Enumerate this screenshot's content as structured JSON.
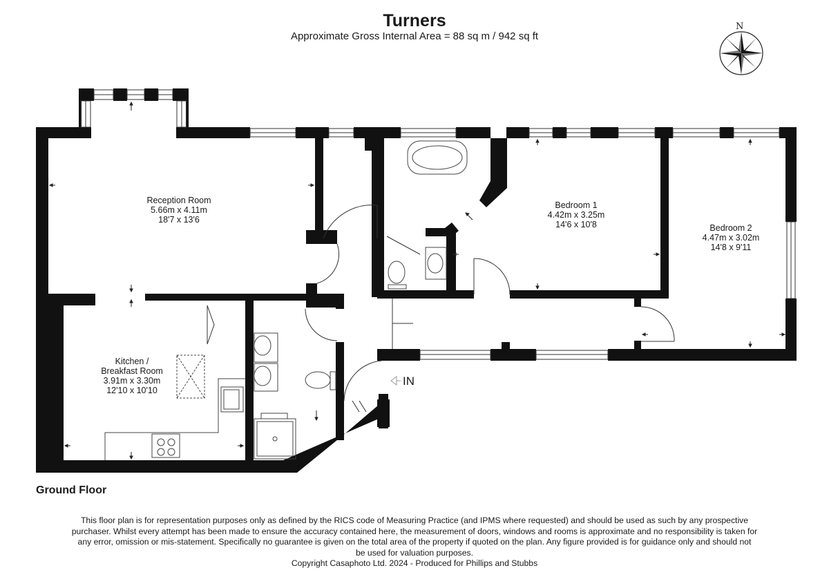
{
  "header": {
    "title": "Turners",
    "subtitle": "Approximate Gross Internal Area = 88 sq m / 942 sq ft"
  },
  "compass": {
    "north_label": "N",
    "icon": "compass-rose-icon"
  },
  "rooms": {
    "reception": {
      "name": "Reception Room",
      "metric": "5.66m x 4.11m",
      "imperial": "18'7 x 13'6"
    },
    "bedroom1": {
      "name": "Bedroom 1",
      "metric": "4.42m x 3.25m",
      "imperial": "14'6 x 10'8"
    },
    "bedroom2": {
      "name": "Bedroom 2",
      "metric": "4.47m x 3.02m",
      "imperial": "14'8 x 9'11"
    },
    "kitchen": {
      "name_line1": "Kitchen /",
      "name_line2": "Breakfast Room",
      "metric": "3.91m x 3.30m",
      "imperial": "12'10 x 10'10"
    }
  },
  "entrance": {
    "label": "IN"
  },
  "floor_label": "Ground Floor",
  "disclaimer": {
    "lines": [
      "This floor plan is for representation purposes only as defined by the RICS code of Measuring Practice (and IPMS where requested) and should be used as such by any prospective",
      "purchaser. Whilst every attempt has been made to ensure the accuracy contained here, the measurement of doors, windows and rooms is approximate and no responsibility is taken for",
      "any error, omission or mis-statement. Specifically no guarantee is given on the total area of the property if quoted on the plan. Any figure provided is for guidance only and should not",
      "be used for valuation purposes.",
      "Copyright Casaphoto Ltd. 2024 - Produced for Phillips and Stubbs"
    ]
  },
  "colors": {
    "wall": "#111111",
    "line": "#555555",
    "background": "#ffffff"
  }
}
